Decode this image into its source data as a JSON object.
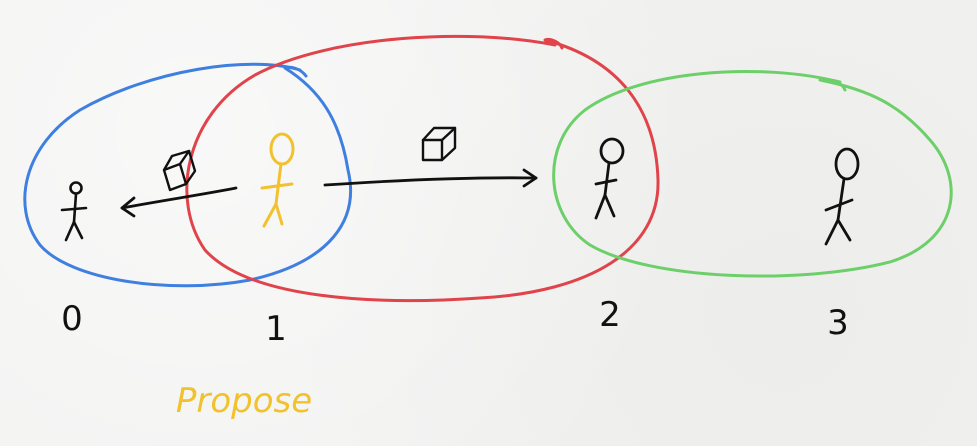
{
  "nodes": [
    {
      "label": "0"
    },
    {
      "label": "1"
    },
    {
      "label": "2"
    },
    {
      "label": "3"
    }
  ],
  "action_label": "Propose",
  "colors": {
    "blue_group": "#3f7fe0",
    "red_group": "#e0444a",
    "green_group": "#6dcf6a",
    "proposer": "#f2c12e",
    "ink": "#111111"
  }
}
